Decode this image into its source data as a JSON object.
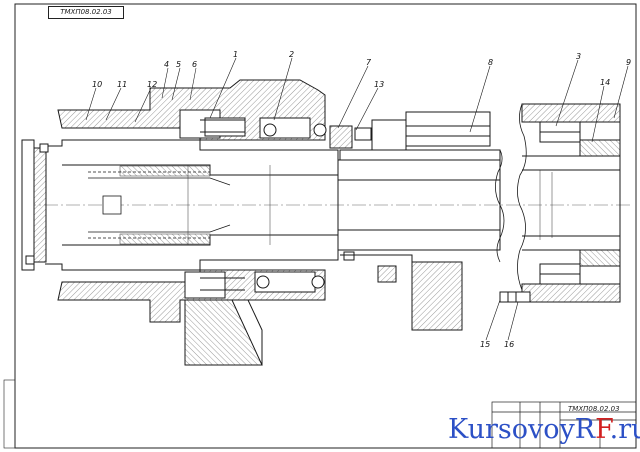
{
  "drawing": {
    "doc_code_top": "ТМХП08.02.03",
    "doc_code_title": "ТМХП08.02.03",
    "callouts": [
      {
        "label": "10"
      },
      {
        "label": "11"
      },
      {
        "label": "12"
      },
      {
        "label": "4"
      },
      {
        "label": "5"
      },
      {
        "label": "6"
      },
      {
        "label": "1"
      },
      {
        "label": "2"
      },
      {
        "label": "7"
      },
      {
        "label": "13"
      },
      {
        "label": "8"
      },
      {
        "label": "3"
      },
      {
        "label": "14"
      },
      {
        "label": "9"
      },
      {
        "label": "15"
      },
      {
        "label": "16"
      }
    ]
  },
  "watermark": {
    "main": "KursovoyR",
    "accent": "F",
    "suffix": ".ru"
  },
  "colors": {
    "line": "#1a1a1a",
    "hatch": "#555555",
    "center": "#666666",
    "brand_blue": "#2c50c6",
    "brand_red": "#d21f1f"
  }
}
